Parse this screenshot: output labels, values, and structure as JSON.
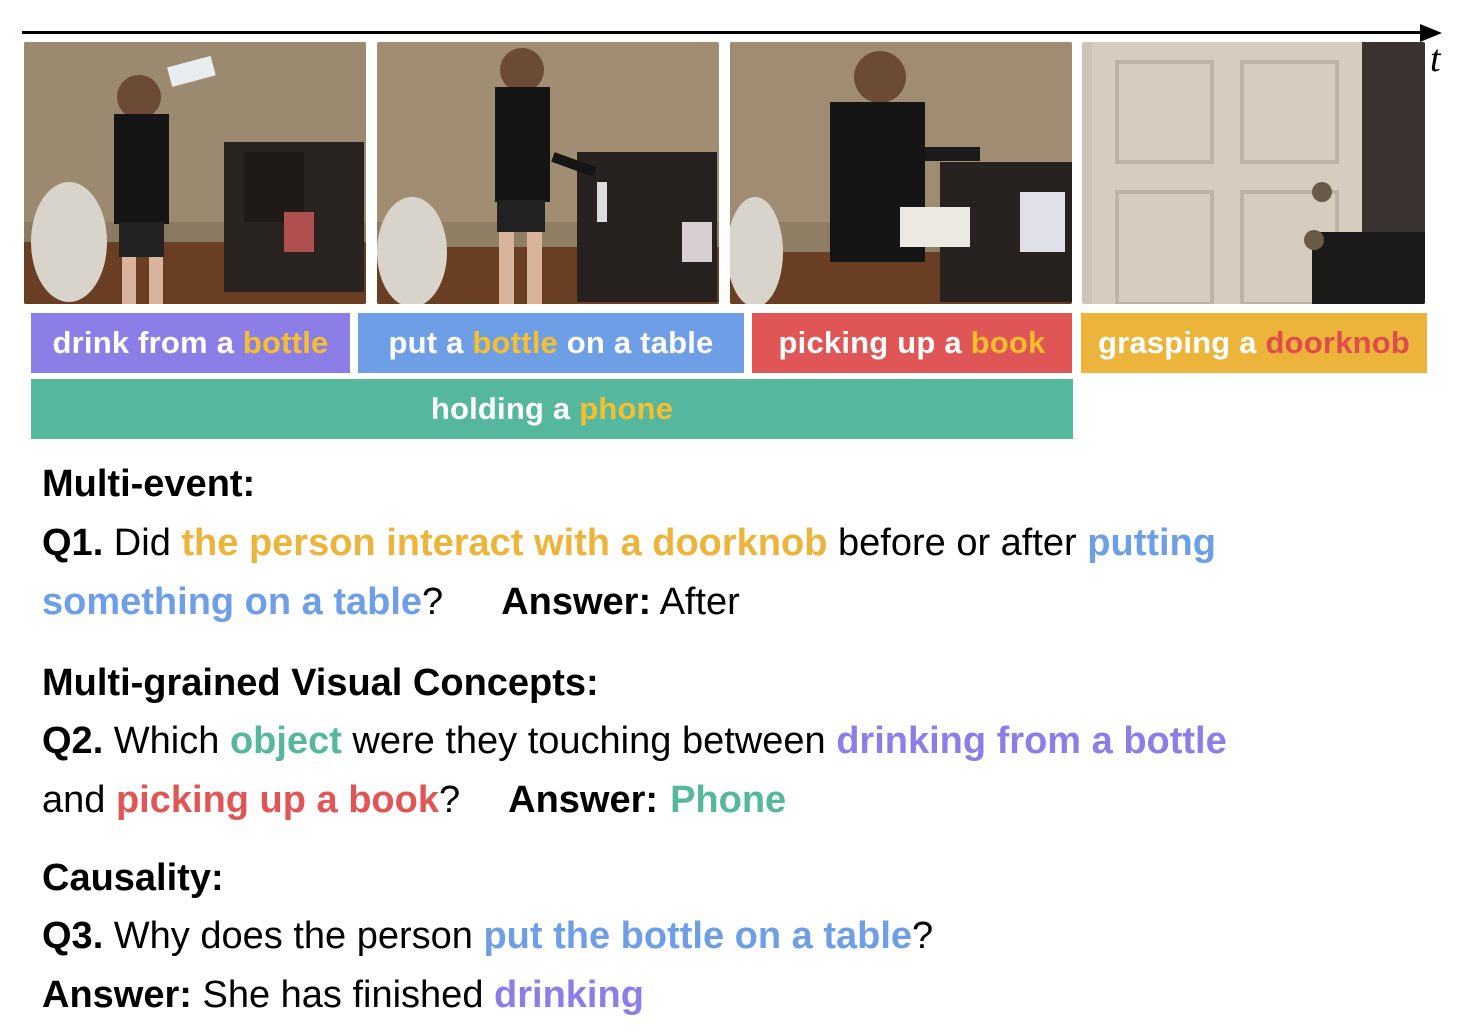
{
  "timeline": {
    "axis_label": "t"
  },
  "frames": [
    {
      "scene": "drink-from-bottle"
    },
    {
      "scene": "put-bottle-on-table"
    },
    {
      "scene": "picking-up-book"
    },
    {
      "scene": "grasping-doorknob"
    }
  ],
  "events": {
    "e1": {
      "text": "drink from a ",
      "highlight": "bottle"
    },
    "e2": {
      "text_a": "put a ",
      "highlight": "bottle",
      "text_b": " on a table"
    },
    "e3": {
      "text": "picking up a ",
      "highlight": "book"
    },
    "e4": {
      "text": "grasping a ",
      "highlight": "doorknob"
    },
    "e5": {
      "text": "holding a ",
      "highlight": "phone"
    }
  },
  "colors": {
    "purple": "#8b7ee6",
    "blue": "#6e9ee6",
    "red": "#e05555",
    "orange": "#ecb43a",
    "green": "#55b89e"
  },
  "sections": {
    "multi_event": {
      "heading": "Multi-event:",
      "q_label": "Q1.",
      "q_text_1": " Did ",
      "q_hl_1": "the person interact with a doorknob",
      "q_text_2": " before or after ",
      "q_hl_2a": "putting",
      "q_hl_2b": "something on a table",
      "q_text_3": "?",
      "answer_label": "Answer:",
      "answer": " After"
    },
    "visual_concepts": {
      "heading": "Multi-grained Visual Concepts:",
      "q_label": "Q2.",
      "q_text_1": " Which ",
      "q_hl_1": "object",
      "q_text_2": " were they touching between ",
      "q_hl_2": "drinking from a bottle",
      "q_text_3": "and ",
      "q_hl_3": "picking up a book",
      "q_text_4": "?",
      "answer_label": "Answer:",
      "answer": "Phone"
    },
    "causality": {
      "heading": "Causality:",
      "q_label": "Q3.",
      "q_text_1": " Why does the person ",
      "q_hl_1": "put the bottle on a table",
      "q_text_2": "?",
      "answer_label": "Answer:",
      "answer_text": " She has finished ",
      "answer_hl": "drinking"
    }
  }
}
